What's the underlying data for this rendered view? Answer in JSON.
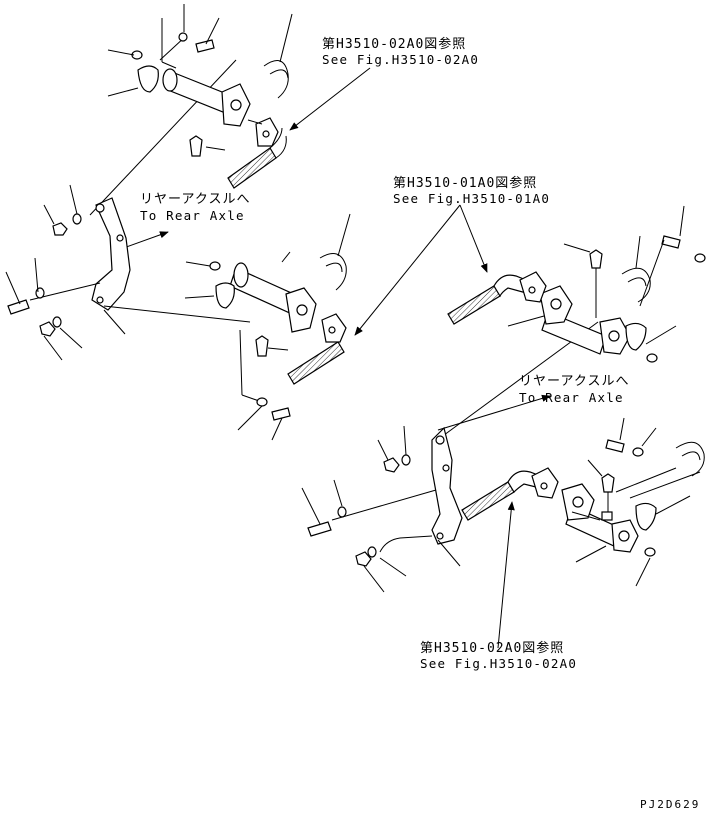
{
  "references": {
    "ref_top": {
      "ja": "第H3510-02A0図参照",
      "en": "See Fig.H3510-02A0"
    },
    "ref_mid": {
      "ja": "第H3510-01A0図参照",
      "en": "See Fig.H3510-01A0"
    },
    "ref_bottom": {
      "ja": "第H3510-02A0図参照",
      "en": "See Fig.H3510-02A0"
    }
  },
  "directions": {
    "left": {
      "ja": "リヤーアクスルへ",
      "en": "To Rear Axle"
    },
    "right": {
      "ja": "リヤーアクスルへ",
      "en": "To Rear Axle"
    }
  },
  "drawing_code": "PJ2D629"
}
